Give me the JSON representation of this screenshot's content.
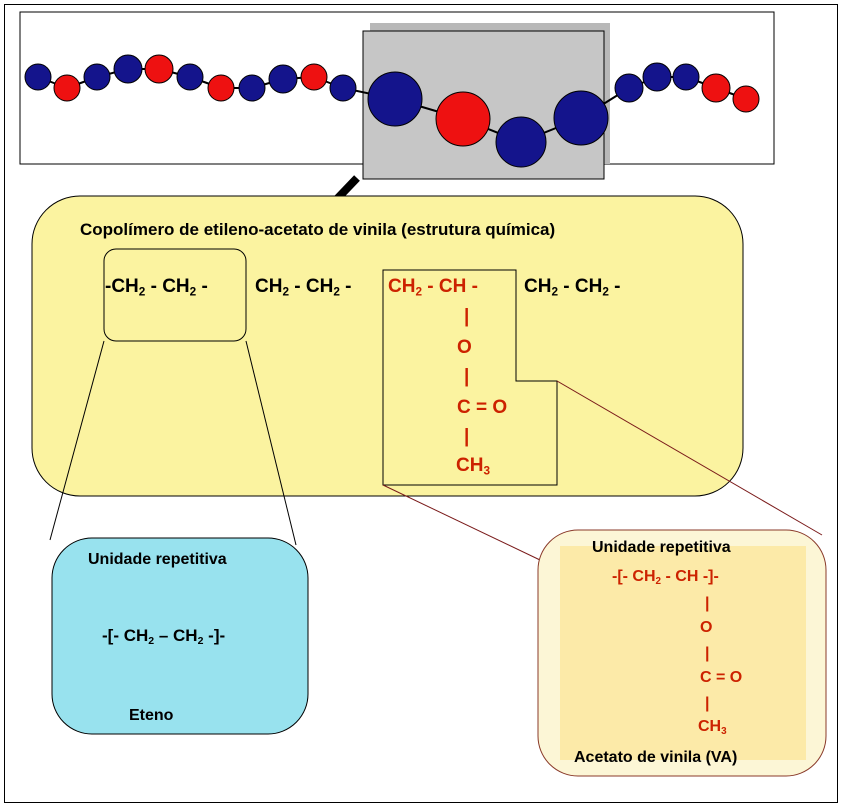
{
  "colors": {
    "carbon_chain_bead": "#14148c",
    "ester_bead": "#ee1111",
    "main_box": "#fbf3a0",
    "eteno_box": "#98e2ee",
    "va_box": "#fbe9a8",
    "va_formula": "#cc2200"
  },
  "main_title": "Copolímero de etileno-acetato de vinila (estrutura química)",
  "chain": {
    "parts": [
      "-CH",
      "2",
      " - CH",
      "2",
      " -",
      "CH",
      "2",
      " - CH",
      "2",
      " -",
      "CH",
      "2",
      " - CH -",
      "CH",
      "2",
      " - CH",
      "2",
      " -"
    ],
    "pendant": {
      "o": "O",
      "bar": "|",
      "c": "C = O",
      "ch3_main": "CH",
      "ch3_sub": "3"
    }
  },
  "eteno": {
    "title": "Unidade repetitiva",
    "formula_a": "-[- CH",
    "sub1": "2",
    "formula_b": " – CH",
    "sub2": "2",
    "formula_c": " -]-",
    "caption": "Eteno"
  },
  "va": {
    "title": "Unidade repetitiva",
    "formula_a": "-[- CH",
    "sub1": "2",
    "formula_b": " - CH -]-",
    "bar": "|",
    "o": "O",
    "c": "C = O",
    "ch3_main": "CH",
    "ch3_sub": "3",
    "caption": "Acetato de vinila (VA)"
  }
}
